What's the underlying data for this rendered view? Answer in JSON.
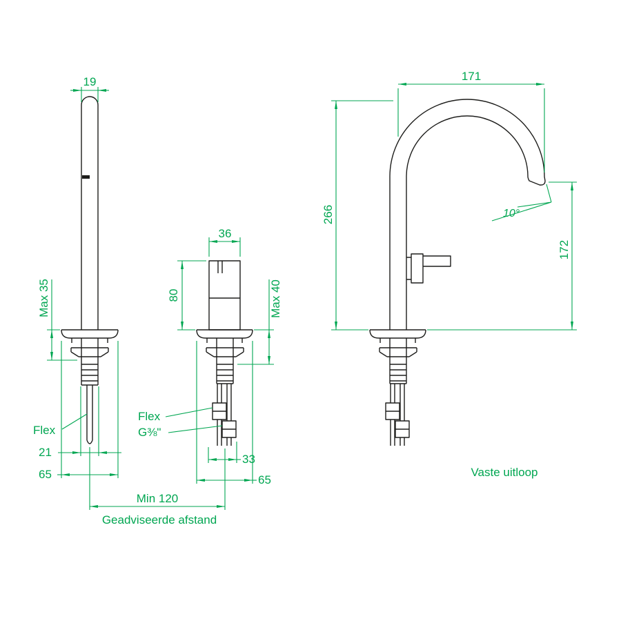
{
  "page": {
    "background": "#ffffff"
  },
  "drawing": {
    "colors": {
      "dimension": "#00a651",
      "outline": "#1d1d1b"
    },
    "spout_side_view": {
      "width_dim": "19",
      "max_deck_dim": "Max 35",
      "flex_label": "Flex",
      "offset_dim": "21",
      "base_dim": "65"
    },
    "handle_view": {
      "width_dim": "36",
      "height_dim": "80",
      "max_deck_dim": "Max 40",
      "flex_label": "Flex",
      "thread_label": "G⅜\"",
      "hose_dim": "33",
      "base_dim": "65"
    },
    "profile_view": {
      "reach_dim": "171",
      "height_dim": "266",
      "angle_dim": "10°",
      "spout_height_dim": "172",
      "caption": "Vaste uitloop"
    },
    "spacing": {
      "min_distance_dim": "Min 120",
      "note": "Geadviseerde afstand"
    }
  }
}
